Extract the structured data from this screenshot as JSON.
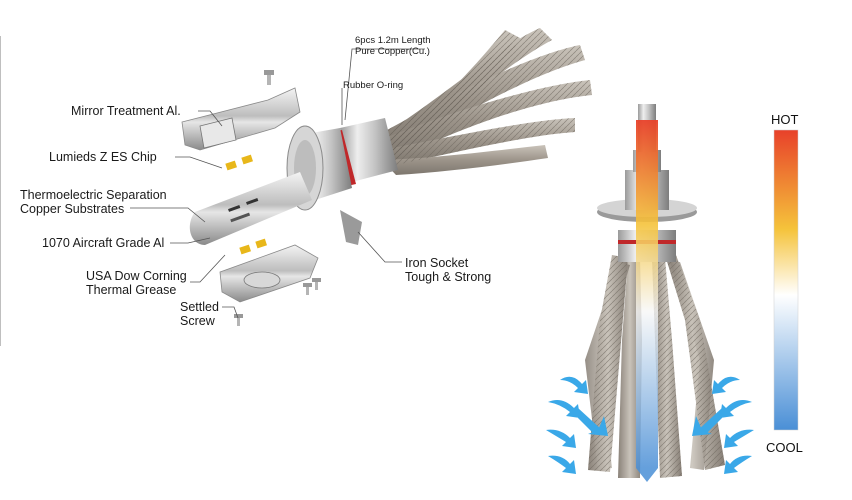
{
  "labels": {
    "mirror": "Mirror Treatment Al.",
    "lumileds": "Lumieds Z ES Chip",
    "thermo_1": "Thermoelectric Separation",
    "thermo_2": "Copper Substrates",
    "aircraft": "1070 Aircraft Grade Al",
    "dow_1": "USA Dow Corning",
    "dow_2": "Thermal Grease",
    "screw_1": "Settled",
    "screw_2": "Screw",
    "copper_1": "6pcs 1.2m Length",
    "copper_2": "Pure Copper(Cu.)",
    "oring": "Rubber O-ring",
    "socket_1": "Iron Socket",
    "socket_2": "Tough & Strong"
  },
  "scale": {
    "hot": "HOT",
    "cool": "COOL"
  },
  "colors": {
    "hot": "#e8412a",
    "warm": "#f5c33b",
    "neutral": "#ffffff",
    "cool": "#4a8fd6",
    "copper_braid": "#a59c90",
    "aluminum": "#c8c8c8",
    "oring": "#c0282a",
    "airflow": "#3aa8e8"
  }
}
